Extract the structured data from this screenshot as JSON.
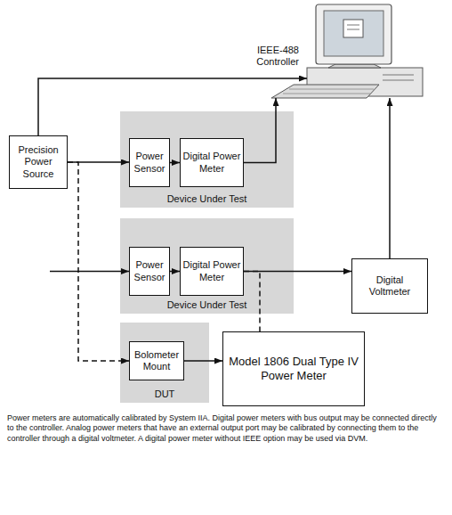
{
  "diagram": {
    "caption": "Power meters are automatically calibrated by System IIA. Digital power meters with bus output may be connected directly to the controller. Analog power meters that have an external output port may be calibrated by connecting them to the controller through a digital voltmeter. A digital power meter without IEEE option may be used via DVM.",
    "nodes": [
      {
        "text": [
          "IEEE-488 Controller"
        ]
      },
      {
        "text": [
          "Precision Power Source"
        ]
      },
      {
        "text": [
          "Device Under Test"
        ]
      },
      {
        "text": [
          "Power Sensor"
        ],
        "in": 2
      },
      {
        "text": [
          "Digital Power Meter"
        ],
        "in": 2
      },
      {
        "text": [
          "Device Under Test"
        ]
      },
      {
        "text": [
          "Power Sensor"
        ],
        "in": 5
      },
      {
        "text": [
          "Digital Power Meter"
        ],
        "in": 5
      },
      {
        "text": [
          "Digital Voltmeter"
        ]
      },
      {
        "text": [
          "DUT"
        ]
      },
      {
        "text": [
          "Bolometer Mount"
        ],
        "in": 9
      },
      {
        "text": [
          "Model 1806 Dual Type IV Power Meter"
        ]
      }
    ],
    "edges": [
      {
        "from": 1,
        "to": 0,
        "arrow": "to"
      },
      {
        "from": 1,
        "to": 3,
        "arrow": "to"
      },
      {
        "from": 3,
        "to": 4,
        "arrow": "to"
      },
      {
        "from": 4,
        "to": 0,
        "arrow": "to"
      },
      {
        "from": 1,
        "to": 10,
        "arrow": "to"
      },
      {
        "from": 6,
        "to": 7,
        "arrow": "to"
      },
      {
        "from": 7,
        "to": 8,
        "arrow": "to"
      },
      {
        "from": 8,
        "to": 0,
        "arrow": "to"
      },
      {
        "from": 7,
        "to": 11,
        "arrow": "none"
      },
      {
        "from": 10,
        "to": 11,
        "arrow": "to"
      }
    ]
  }
}
